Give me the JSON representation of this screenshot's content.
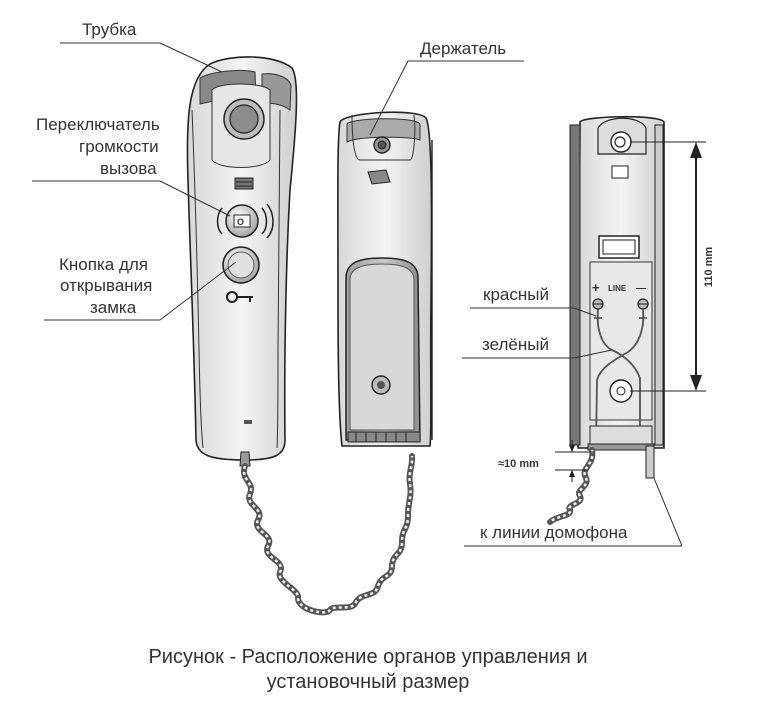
{
  "labels": {
    "handset": "Трубка",
    "holder": "Держатель",
    "volume_switch": [
      "Переключатель",
      "громкости",
      "вызова"
    ],
    "lock_button": [
      "Кнопка для",
      "открывания",
      "замка"
    ],
    "red_wire": "красный",
    "green_wire": "зелёный",
    "to_line": "к линии домофона"
  },
  "dimensions": {
    "height_label": "110 mm",
    "gap_label": "≈10 mm"
  },
  "terminal_marks": {
    "plus": "+",
    "line": "LINE",
    "minus": "—"
  },
  "caption": {
    "line1": "Рисунок  -  Расположение органов управления и",
    "line2": "установочный размер"
  }
}
